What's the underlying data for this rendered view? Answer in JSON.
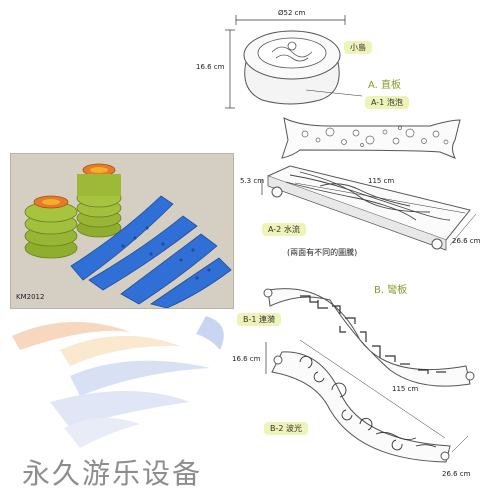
{
  "island": {
    "diameter": "Ø52 cm",
    "height": "16.6 cm",
    "name": "小島"
  },
  "section_a": {
    "title": "A. 直板",
    "a1": {
      "label": "A-1 泡泡"
    },
    "a2": {
      "label": "A-2 水流",
      "height": "5.3 cm",
      "length": "115 cm",
      "width": "26.6 cm",
      "note": "(兩面有不同的圖騰)"
    }
  },
  "section_b": {
    "title": "B. 彎板",
    "b1": {
      "label": "B-1 連漪",
      "height": "16.6 cm"
    },
    "b2": {
      "label": "B-2 波光",
      "length": "115 cm",
      "width": "26.6 cm"
    }
  },
  "photo": {
    "model": "KM2012"
  },
  "watermark": "永久游乐设备",
  "colors": {
    "pill": "#eef3b8",
    "blue": "#2f6fd6",
    "green": "#8fae2e",
    "orange": "#e47a2a"
  }
}
